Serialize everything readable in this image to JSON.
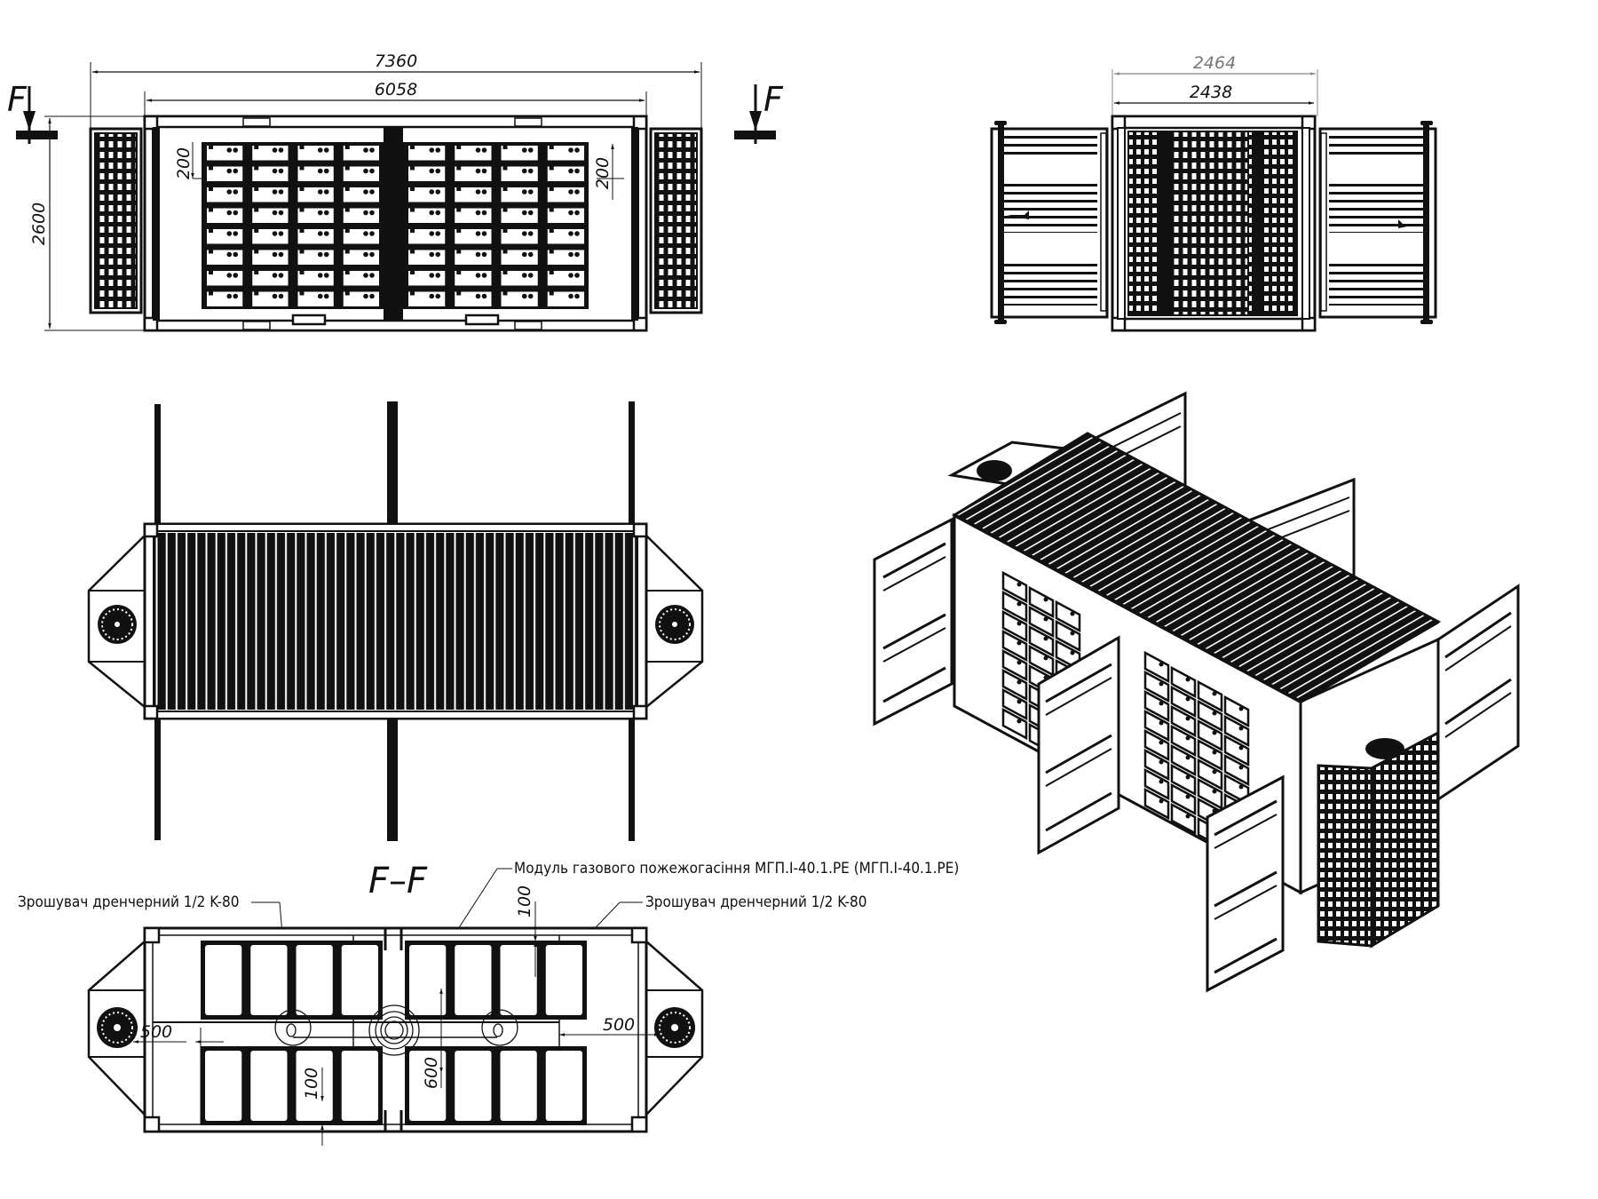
{
  "drawing": {
    "type": "engineering drawing - battery energy storage container (20ft) with opened doors",
    "views": {
      "front_view": {
        "dimensions": {
          "overall_length": "7360",
          "container_length": "6058",
          "height": "2600",
          "left_offset": "200",
          "right_offset": "200"
        },
        "section_marker_left": "F",
        "section_marker_right": "F",
        "battery_racks": {
          "columns_per_side": 4,
          "rows": 8,
          "sides": 2
        }
      },
      "end_view": {
        "dimensions": {
          "width_overall": "2464",
          "width_container": "2438"
        }
      },
      "top_view": {
        "roof_corrugations": 44,
        "air_conditioners": 2
      },
      "isometric_view": {
        "label": ""
      },
      "section_ff": {
        "title": "F–F",
        "labels": {
          "gas_module": "Модуль газового пожежогасіння МГП.І-40.1.РЕ (МГП.І-40.1.РЕ)",
          "sprinkler_left": "Зрошувач дренчерний 1/2 K-80",
          "sprinkler_right": "Зрошувач дренчерний 1/2 K-80"
        },
        "dimensions": {
          "top_gap": "100",
          "bottom_gap": "100",
          "left_clearance": "500",
          "right_clearance": "500",
          "aisle_width": "600"
        },
        "battery_cabinets": {
          "per_row_per_side": 4,
          "rows": 2,
          "sides": 2
        }
      }
    },
    "colors": {
      "line": "#111111",
      "grey_dimension": "#777777",
      "background": "#ffffff"
    }
  }
}
